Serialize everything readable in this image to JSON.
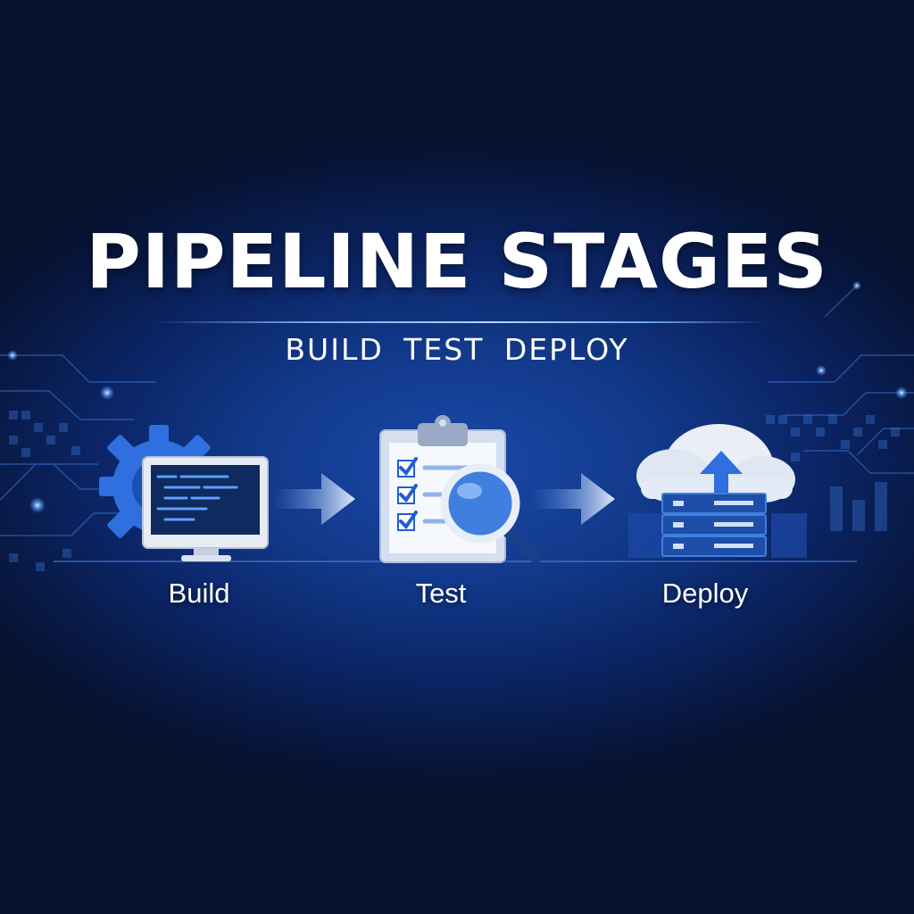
{
  "title": "PIPELINE STAGES",
  "subtitle": [
    "BUILD",
    "TEST",
    "DEPLOY"
  ],
  "stages": [
    {
      "label": "Build",
      "icon": "gear-monitor-icon"
    },
    {
      "label": "Test",
      "icon": "clipboard-magnifier-icon"
    },
    {
      "label": "Deploy",
      "icon": "cloud-server-icon"
    }
  ],
  "colors": {
    "background_dark": "#06112f",
    "background_mid": "#123a8c",
    "accent_blue": "#3f7fe0",
    "text": "#ffffff"
  }
}
